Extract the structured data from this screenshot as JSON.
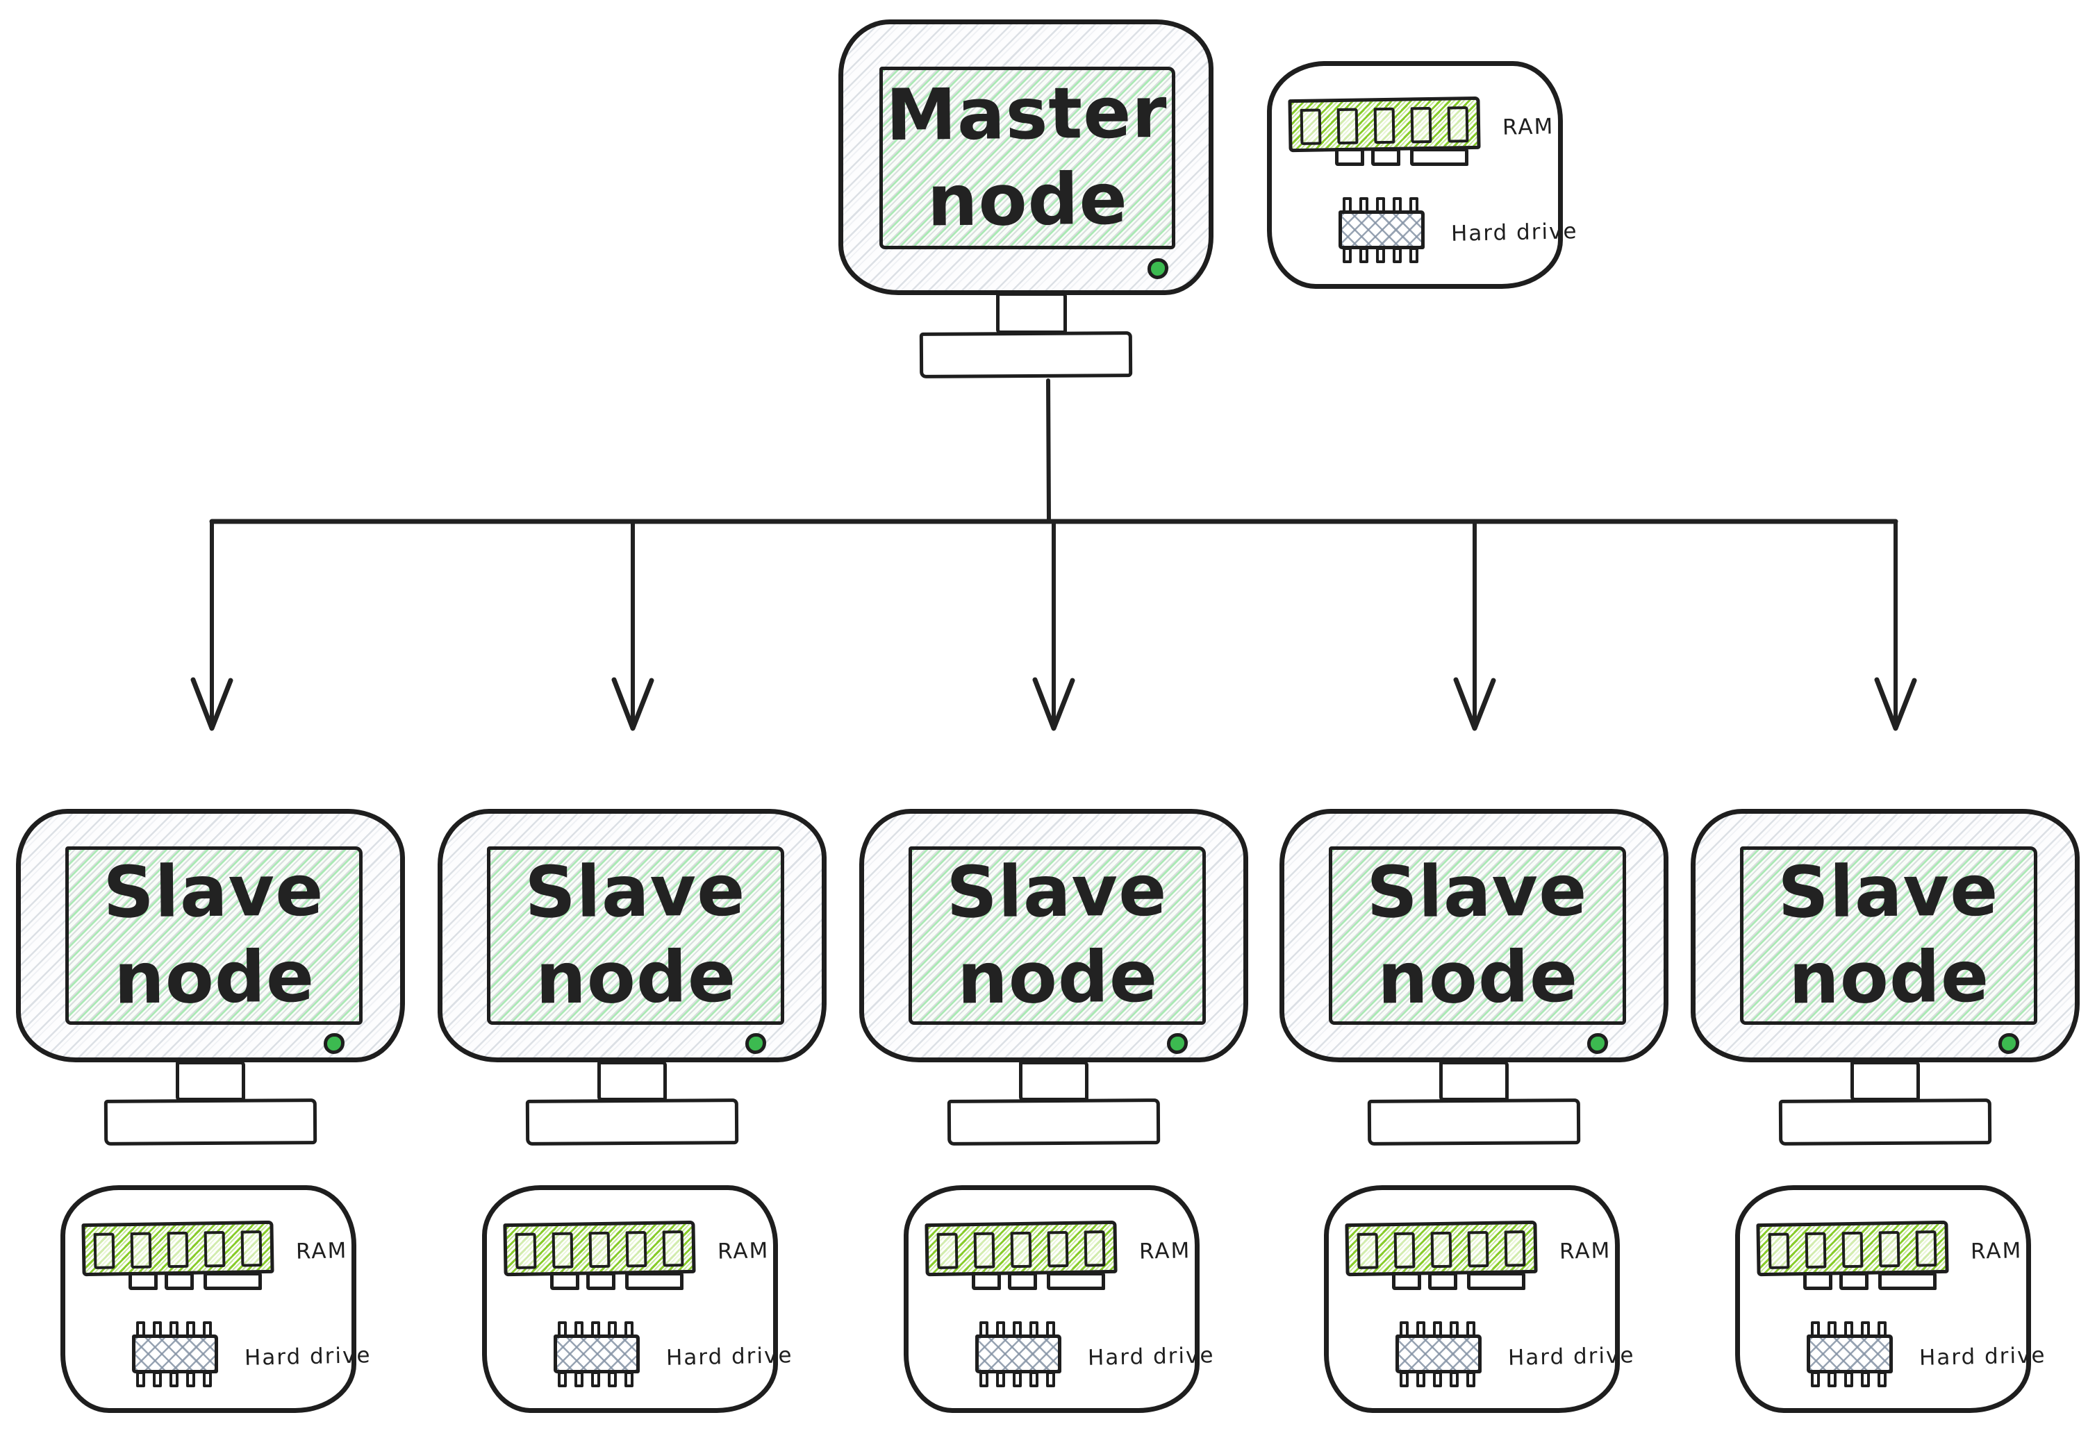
{
  "nodes": {
    "master": {
      "label_line1": "Master",
      "label_line2": "node"
    },
    "slaves": [
      {
        "label_line1": "Slave",
        "label_line2": "node"
      },
      {
        "label_line1": "Slave",
        "label_line2": "node"
      },
      {
        "label_line1": "Slave",
        "label_line2": "node"
      },
      {
        "label_line1": "Slave",
        "label_line2": "node"
      },
      {
        "label_line1": "Slave",
        "label_line2": "node"
      }
    ]
  },
  "hardware_labels": {
    "ram": "RAM",
    "hard_drive": "Hard drive"
  },
  "colors": {
    "ink": "#1e1e1e",
    "led_green": "#3cba50",
    "ram_hatch_lime": "#82c91e",
    "screen_hatch_green": "#69db7c",
    "bezel_hatch_gray": "#ced4da",
    "hdd_hatch_gray": "#8694a6",
    "background": "#ffffff"
  }
}
